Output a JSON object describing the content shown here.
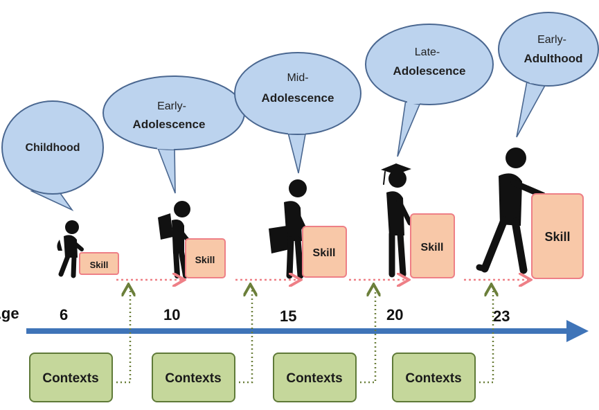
{
  "axis": {
    "label": "Age",
    "color": "#3f74b8"
  },
  "colors": {
    "bubble_fill": "#bcd3ee",
    "bubble_stroke": "#4a6790",
    "skill_fill": "#f8c8a8",
    "skill_stroke": "#ee7f86",
    "context_fill": "#c5d79b",
    "context_stroke": "#5f7a38",
    "silhouette": "#111111"
  },
  "stages": [
    {
      "line1": "Childhood",
      "line2": "",
      "age": "6",
      "skill": "Skill",
      "context": "Contexts"
    },
    {
      "line1": "Early-",
      "line2": "Adolescence",
      "age": "10",
      "skill": "Skill",
      "context": "Contexts"
    },
    {
      "line1": "Mid-",
      "line2": "Adolescence",
      "age": "15",
      "skill": "Skill",
      "context": "Contexts"
    },
    {
      "line1": "Late-",
      "line2": "Adolescence",
      "age": "20",
      "skill": "Skill",
      "context": "Contexts"
    },
    {
      "line1": "Early-",
      "line2": "Adulthood",
      "age": "23",
      "skill": "Skill",
      "context": ""
    }
  ]
}
